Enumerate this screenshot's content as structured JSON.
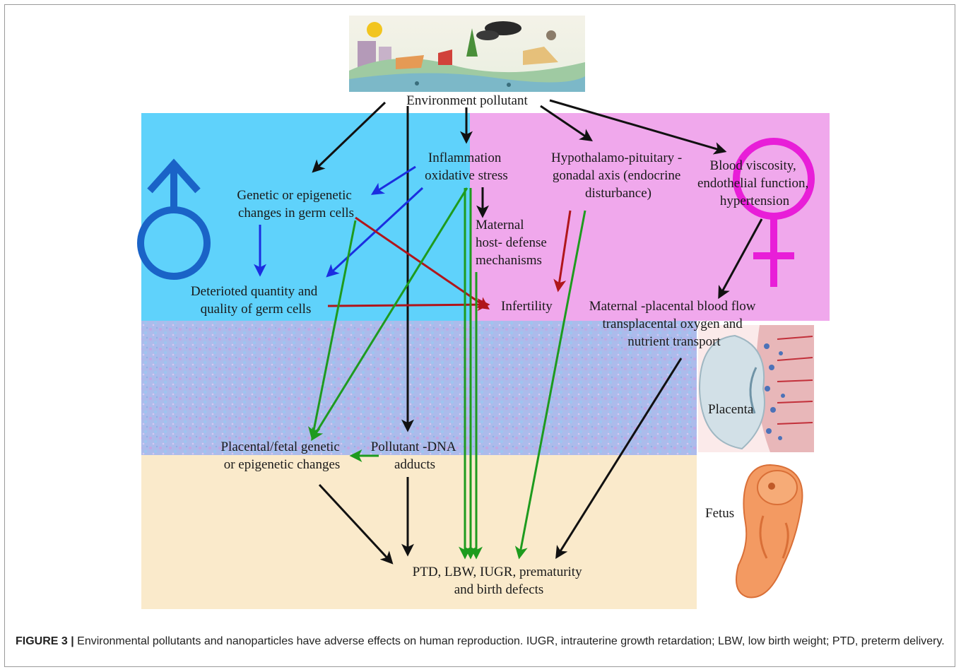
{
  "nodes": {
    "pollutant": "Environment pollutant",
    "inflammation": [
      "Inflammation",
      "oxidative stress"
    ],
    "hpg": [
      "Hypothalamo-pituitary -",
      "gonadal axis (endocrine",
      "disturbance)"
    ],
    "blood": [
      "Blood viscosity,",
      "endothelial function,",
      "hypertension"
    ],
    "genetic": [
      "Genetic or epigenetic",
      "changes in germ cells"
    ],
    "maternal_defense": [
      "Maternal",
      "host- defense",
      "mechanisms"
    ],
    "deteriorated": [
      "Deterioted quantity and",
      "quality of germ cells"
    ],
    "infertility": "Infertility",
    "placental_flow": [
      "Maternal -placental blood flow",
      "transplacental oxygen and",
      "nutrient transport"
    ],
    "placenta": "Placenta",
    "fetus": "Fetus",
    "placental_genetic": [
      "Placental/fetal genetic",
      "or epigenetic changes"
    ],
    "dna_adducts": [
      "Pollutant -DNA",
      "adducts"
    ],
    "outcome": [
      "PTD, LBW, IUGR, prematurity",
      "and birth defects"
    ]
  },
  "caption": {
    "label": "FIGURE 3 |",
    "text": " Environmental pollutants and nanoparticles have adverse effects on human reproduction. IUGR, intrauterine growth retardation; LBW, low birth weight; PTD, preterm delivery."
  },
  "colors": {
    "male_region": "#5fd2fb",
    "female_region": "#f0a8ec",
    "fetal_region": "#a9b9ea",
    "lower_region": "#faeacb",
    "male_symbol": "#1a63c7",
    "female_symbol": "#e81ed8",
    "arrow_black": "#111111",
    "arrow_blue": "#1b2ee0",
    "arrow_red": "#b0161b",
    "arrow_green": "#1e9b1e"
  },
  "icons": [
    "environment-scene-image",
    "male-symbol-icon",
    "female-symbol-icon",
    "placenta-illustration",
    "fetus-illustration"
  ]
}
